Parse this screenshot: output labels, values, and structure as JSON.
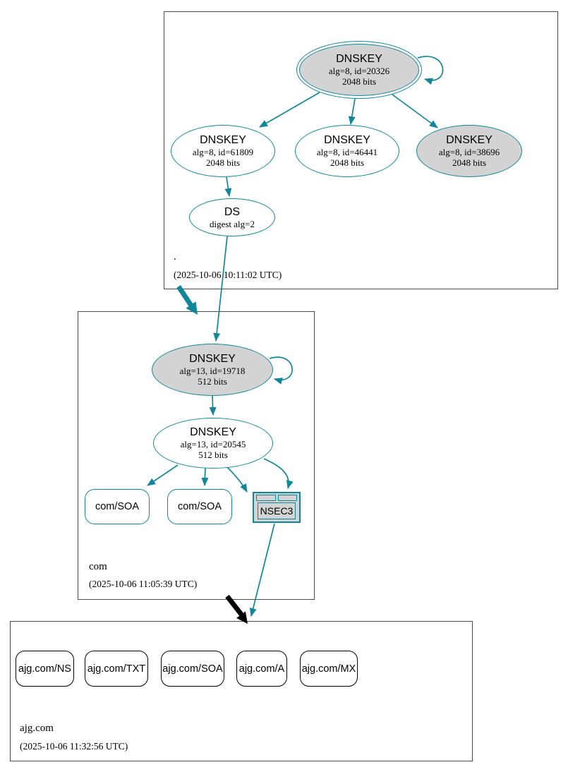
{
  "diagram": {
    "type": "dnssec-authentication-chain-graph",
    "colors": {
      "secure": "#10869b",
      "node_gray_fill": "#d3d3d3",
      "node_white_fill": "#ffffff",
      "zone_box_border": "#4a4a4a",
      "insecure_black": "#000000"
    },
    "zones": {
      "root": {
        "label": ".",
        "timestamp": "(2025-10-06 10:11:02 UTC)",
        "ksk": {
          "title": "DNSKEY",
          "algorithm": "alg=8, id=20326",
          "size": "2048 bits"
        },
        "zsk1": {
          "title": "DNSKEY",
          "algorithm": "alg=8, id=61809",
          "size": "2048 bits"
        },
        "zsk2": {
          "title": "DNSKEY",
          "algorithm": "alg=8, id=46441",
          "size": "2048 bits"
        },
        "key3": {
          "title": "DNSKEY",
          "algorithm": "alg=8, id=38696",
          "size": "2048 bits"
        },
        "ds": {
          "title": "DS",
          "detail": "digest alg=2"
        }
      },
      "com": {
        "label": "com",
        "timestamp": "(2025-10-06 11:05:39 UTC)",
        "ksk": {
          "title": "DNSKEY",
          "algorithm": "alg=13, id=19718",
          "size": "512 bits"
        },
        "zsk": {
          "title": "DNSKEY",
          "algorithm": "alg=13, id=20545",
          "size": "512 bits"
        },
        "soa1": {
          "label": "com/SOA"
        },
        "soa2": {
          "label": "com/SOA"
        },
        "nsec3": {
          "label": "NSEC3"
        }
      },
      "ajg": {
        "label": "ajg.com",
        "timestamp": "(2025-10-06 11:32:56 UTC)",
        "rrsets": [
          {
            "label": "ajg.com/NS"
          },
          {
            "label": "ajg.com/TXT"
          },
          {
            "label": "ajg.com/SOA"
          },
          {
            "label": "ajg.com/A"
          },
          {
            "label": "ajg.com/MX"
          }
        ]
      }
    }
  }
}
